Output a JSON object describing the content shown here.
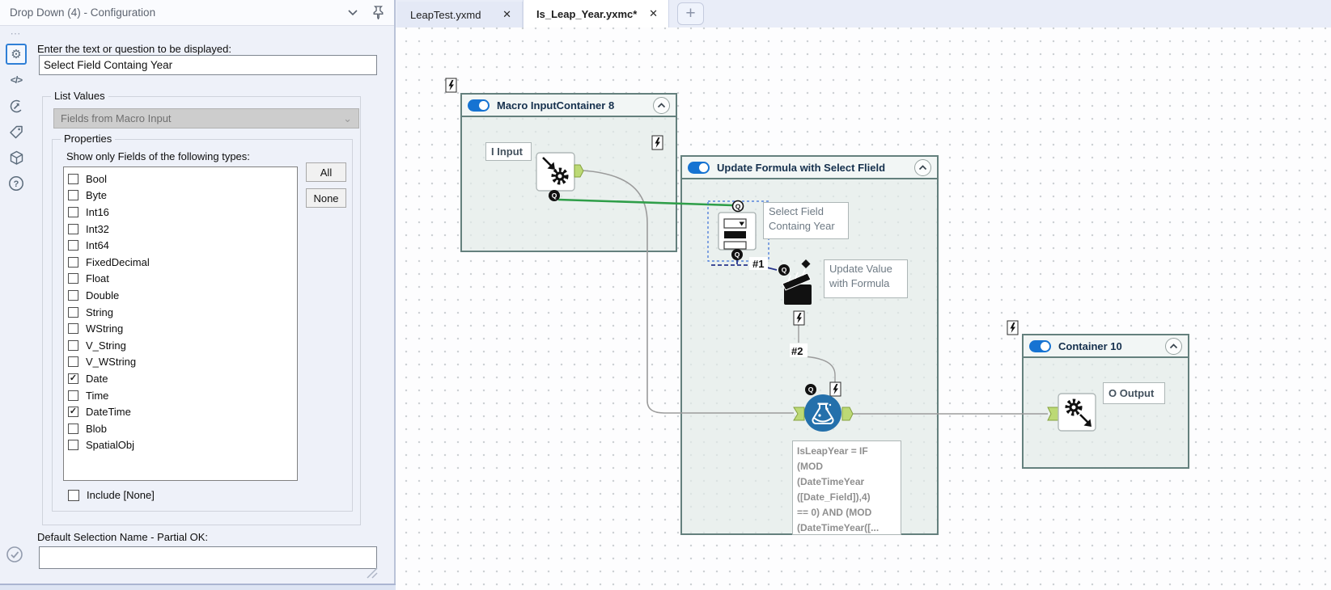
{
  "left_panel": {
    "header": {
      "title": "Drop Down (4) - Configuration"
    },
    "form": {
      "question_label": "Enter the text or question to be displayed:",
      "question_value": "Select Field Containg Year",
      "list_values_legend": "List Values",
      "list_source_value": "Fields from Macro Input",
      "properties_legend": "Properties",
      "types_label": "Show only Fields of the following types:",
      "types": [
        {
          "label": "Bool",
          "checked": false
        },
        {
          "label": "Byte",
          "checked": false
        },
        {
          "label": "Int16",
          "checked": false
        },
        {
          "label": "Int32",
          "checked": false
        },
        {
          "label": "Int64",
          "checked": false
        },
        {
          "label": "FixedDecimal",
          "checked": false
        },
        {
          "label": "Float",
          "checked": false
        },
        {
          "label": "Double",
          "checked": false
        },
        {
          "label": "String",
          "checked": false
        },
        {
          "label": "WString",
          "checked": false
        },
        {
          "label": "V_String",
          "checked": false
        },
        {
          "label": "V_WString",
          "checked": false
        },
        {
          "label": "Date",
          "checked": true
        },
        {
          "label": "Time",
          "checked": false
        },
        {
          "label": "DateTime",
          "checked": true
        },
        {
          "label": "Blob",
          "checked": false
        },
        {
          "label": "SpatialObj",
          "checked": false
        }
      ],
      "all_button": "All",
      "none_button": "None",
      "include_none_label": "Include [None]",
      "include_none_checked": false,
      "default_selection_label": "Default Selection Name - Partial OK:",
      "default_selection_value": ""
    }
  },
  "tab_bar": {
    "tabs": [
      {
        "label": "LeapTest.yxmd",
        "active": false
      },
      {
        "label": "Is_Leap_Year.yxmc*",
        "active": true
      }
    ]
  },
  "canvas": {
    "containers": [
      {
        "title": "Macro InputContainer 8",
        "enabled": true
      },
      {
        "title": "Update Formula with Select Flield",
        "enabled": true
      },
      {
        "title": "Container 10",
        "enabled": true
      }
    ],
    "tool_labels": {
      "macro_input": "I Input",
      "dropdown": "Select Field\nContaing Year",
      "action": "Update Value\nwith Formula",
      "macro_output": "O Output"
    },
    "annotation": "IsLeapYear = IF\n(MOD\n(DateTimeYear\n([Date_Field]),4)\n== 0) AND (MOD\n(DateTimeYear([...",
    "connection_labels": {
      "c1": "#1",
      "c2": "#2"
    },
    "anchor_letter": "Q",
    "colors": {
      "wire_green": "#2f9e49",
      "wire_gray": "#9b9b9b",
      "wire_navy": "#27348b",
      "container_border": "#64807d",
      "toggle_blue": "#1673d2",
      "formula_blue": "#2470ab",
      "anchor_lime": "#bcd975"
    }
  },
  "glyphs": {
    "gear": "⚙",
    "code": "</>",
    "question": "?",
    "checkmark": "✓",
    "plus": "+",
    "dots": "⋯",
    "chevron": "⌄",
    "close": "✕"
  }
}
